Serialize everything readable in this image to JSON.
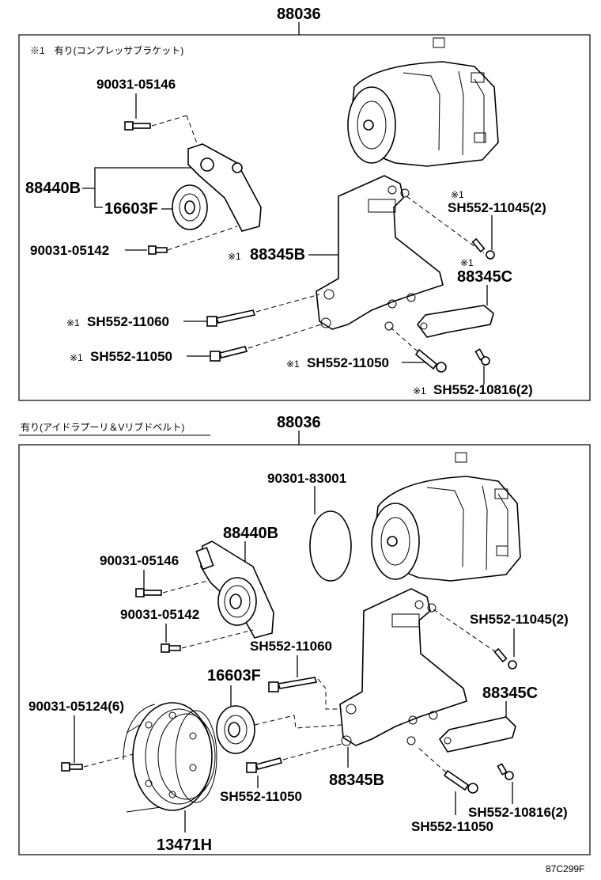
{
  "upper": {
    "assembly_number": "88036",
    "note_header": "※1　有り(コンプレッサブラケット)",
    "labels": {
      "bolt_05146": "90031-05146",
      "bracket_88440b": "88440B",
      "pulley_16603f": "16603F",
      "bolt_05142": "90031-05142",
      "bracket_88345b": "88345B",
      "bolt_11045": "SH552-11045(2)",
      "plate_88345c": "88345C",
      "bolt_11060": "SH552-11060",
      "bolt_11050_left": "SH552-11050",
      "bolt_11050_mid": "SH552-11050",
      "bolt_10816": "SH552-10816(2)"
    },
    "mark": "※1"
  },
  "lower": {
    "assembly_number": "88036",
    "section_header": "有り(アイドラプーリ＆Vリブドベルト)",
    "labels": {
      "oring_83001": "90301-83001",
      "bracket_88440b": "88440B",
      "bolt_05146": "90031-05146",
      "bolt_05142": "90031-05142",
      "bolt_11045": "SH552-11045(2)",
      "bolt_11060": "SH552-11060",
      "pulley_16603f": "16603F",
      "plate_88345c": "88345C",
      "bolt_05124": "90031-05124(6)",
      "bracket_88345b": "88345B",
      "bolt_11050_left": "SH552-11050",
      "bolt_10816": "SH552-10816(2)",
      "bolt_11050_right": "SH552-11050",
      "pulley_13471h": "13471H"
    }
  },
  "footer": {
    "figure_code": "87C299F"
  }
}
